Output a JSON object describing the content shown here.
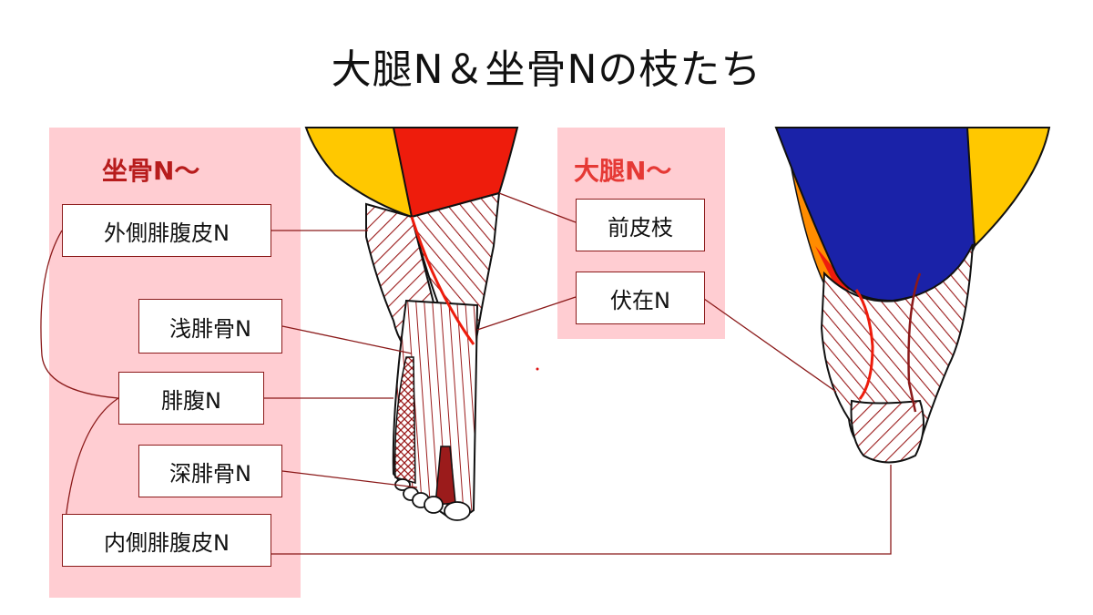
{
  "title": "大腿N＆坐骨Nの枝たち",
  "sciatic_group": {
    "heading": "坐骨N〜",
    "labels": [
      "外側腓腹皮N",
      "浅腓骨N",
      "腓腹N",
      "深腓骨N",
      "内側腓腹皮N"
    ]
  },
  "femoral_group": {
    "heading": "大腿N〜",
    "labels": [
      "前皮枝",
      "伏在N"
    ]
  },
  "colors": {
    "panel": "#ffcdd2",
    "heading_sciatic": "#b71c1c",
    "heading_femoral": "#e53935",
    "nerve_line": "#8b1a1a",
    "hatch": "#9b1b1b",
    "femoral_region": "#ee1c0c",
    "sciatic_region": "#1a22a8",
    "yellow_region": "#ffc800",
    "orange_region": "#ff8c00"
  }
}
